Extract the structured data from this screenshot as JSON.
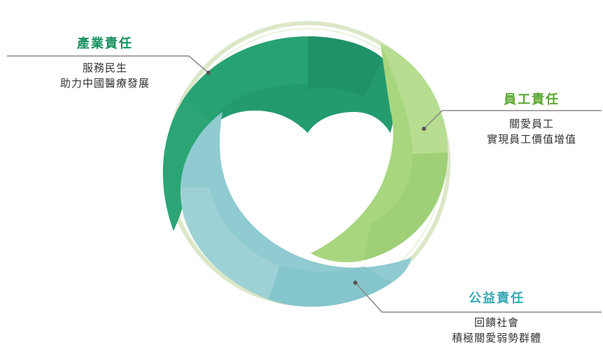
{
  "colors": {
    "industry": "#239b6f",
    "employee": "#9fd070",
    "welfare": "#8cc9cf",
    "ring": "#dbe7c7",
    "leader": "#888888",
    "industry_title": "#17915f",
    "employee_title": "#5aa72f",
    "welfare_title": "#38a8b6"
  },
  "sections": {
    "industry": {
      "title": "產業責任",
      "line1": "服務民生",
      "line2": "助力中國醫療發展"
    },
    "employee": {
      "title": "員工責任",
      "line1": "關愛員工",
      "line2": "實現員工價值增值"
    },
    "welfare": {
      "title": "公益責任",
      "line1": "回饋社會",
      "line2": "積極關愛弱勢群體"
    }
  }
}
